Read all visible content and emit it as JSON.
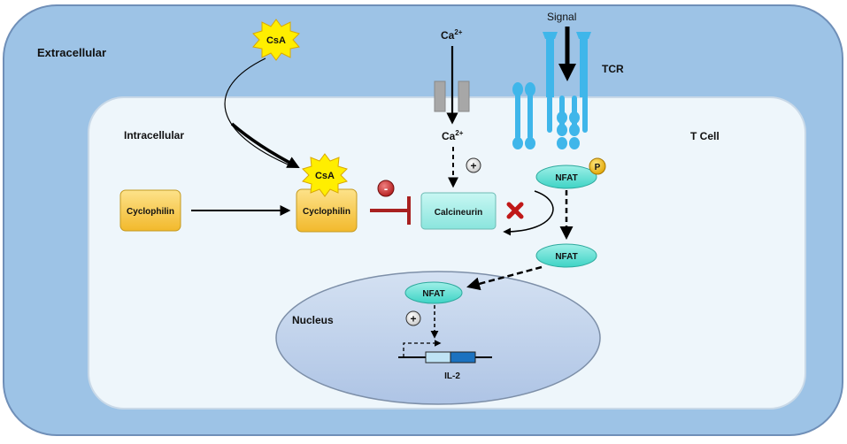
{
  "labels": {
    "extracellular": "Extracellular",
    "intracellular": "Intracellular",
    "t_cell": "T Cell",
    "nucleus": "Nucleus",
    "signal": "Signal",
    "tcr": "TCR",
    "csa_outside": "CsA",
    "csa_bound": "CsA",
    "cyclophilin_free": "Cyclophilin",
    "cyclophilin_bound": "Cyclophilin",
    "calcineurin": "Calcineurin",
    "nfat_phospho": "NFAT",
    "phosphate": "P",
    "nfat_cytoplasm": "NFAT",
    "nfat_nucleus": "NFAT",
    "il2": "IL-2",
    "ca_outside": "Ca",
    "ca_outside_sup": "2+",
    "ca_inside": "Ca",
    "ca_inside_sup": "2+",
    "minus_sign": "-",
    "plus_sign_calcineurin": "+",
    "plus_sign_nucleus": "+"
  },
  "colors": {
    "extracellular_fill": "#9dc3e6",
    "extracellular_stroke": "#5b7fa8",
    "intracellular_fill": "#eef6fb",
    "nucleus_fill": "#bcd0ea",
    "cyclophilin_fill": "#f5c948",
    "calcineurin_fill": "#a6efe9",
    "nfat_fill": "#66e0d4",
    "csa_fill": "#ffee00",
    "tcr_color": "#3fb6ea",
    "inhibit_color": "#a82020",
    "gene_light": "#bfe3f5",
    "gene_dark": "#1b72c0"
  },
  "icons": {
    "blocked_mark": "red-x-icon",
    "inhibition": "t-bar-inhibition-icon",
    "phosphate": "phosphate-circle-icon"
  }
}
